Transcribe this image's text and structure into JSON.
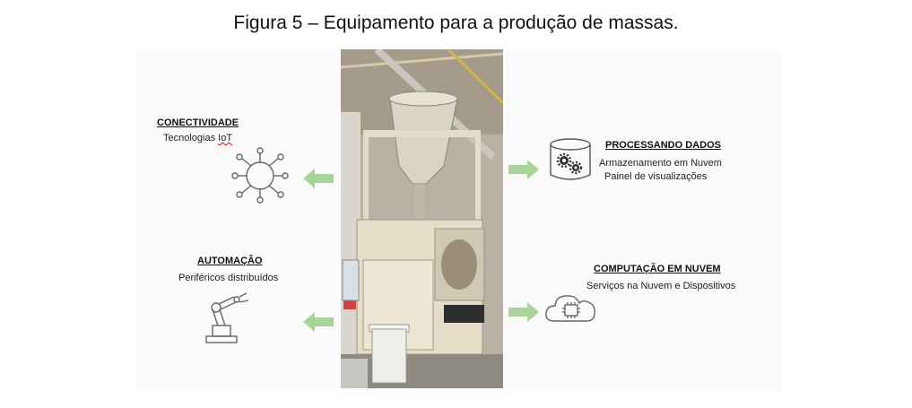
{
  "caption": "Figura 5 – Equipamento para a produção de massas.",
  "blocks": {
    "conectividade": {
      "title": "CONECTIVIDADE",
      "line1_main": "Tecnologias ",
      "line1_ul": "IoT",
      "icon": "network-hub-icon"
    },
    "automacao": {
      "title": "AUTOMAÇÃO",
      "line1": "Periféricos distribuídos",
      "icon": "robot-arm-icon"
    },
    "processando": {
      "title": "PROCESSANDO DADOS",
      "line1": "Armazenamento em Nuvem",
      "line2": "Painel de visualizações",
      "icon": "database-gears-icon"
    },
    "computacao": {
      "title": "COMPUTAÇÃO EM NUVEM",
      "line1": "Serviços na Nuvem e Dispositivos",
      "icon": "cloud-chip-icon"
    }
  },
  "colors": {
    "arrow": "#a8d49a",
    "icon_stroke": "#666666"
  },
  "photo": {
    "subject": "industrial pasta production machine",
    "icon": "factory-equipment-photo"
  }
}
